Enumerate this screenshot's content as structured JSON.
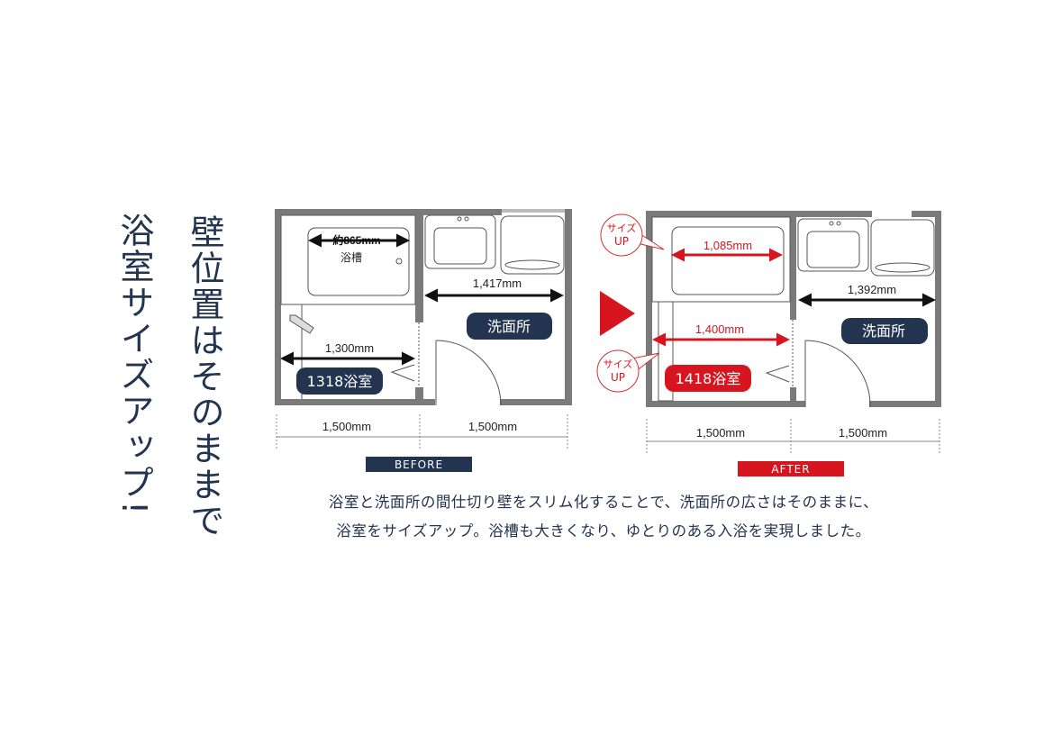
{
  "titles": {
    "main": "浴室サイズアップ!",
    "sub": "壁位置はそのままで"
  },
  "before": {
    "tub_width": "約865mm",
    "tub_label": "浴槽",
    "washroom_width": "1,417mm",
    "bathroom_width": "1,300mm",
    "bathroom_badge": "1318浴室",
    "washroom_badge": "洗面所",
    "dim_left": "1,500mm",
    "dim_right": "1,500mm",
    "label": "BEFORE"
  },
  "after": {
    "tub_width": "1,085mm",
    "washroom_width": "1,392mm",
    "bathroom_width": "1,400mm",
    "bathroom_badge": "1418浴室",
    "washroom_badge": "洗面所",
    "size_up_1": "サイズ",
    "size_up_2": "UP",
    "dim_left": "1,500mm",
    "dim_right": "1,500mm",
    "label": "AFTER"
  },
  "caption": {
    "line1": "浴室と洗面所の間仕切り壁をスリム化することで、洗面所の広さはそのままに、",
    "line2": "浴室をサイズアップ。浴槽も大きくなり、ゆとりのある入浴を実現しました。"
  },
  "colors": {
    "navy": "#22344f",
    "red": "#d7151f",
    "wall": "#7a7a7a"
  }
}
